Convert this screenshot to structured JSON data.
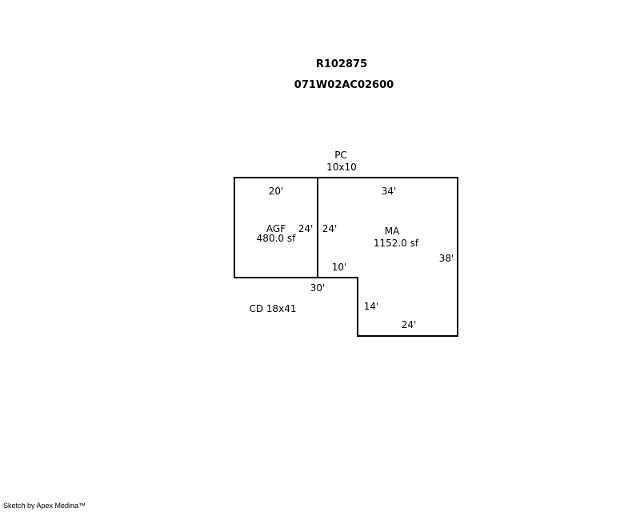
{
  "header": {
    "account": "R102875",
    "map_number": "071W02AC02600"
  },
  "areas": {
    "pc": {
      "code": "PC",
      "dims": "10x10"
    },
    "agf": {
      "code": "AGF",
      "area": "480.0 sf"
    },
    "ma": {
      "code": "MA",
      "area": "1152.0 sf"
    },
    "cd": {
      "label": "CD 18x41"
    }
  },
  "dimensions": {
    "agf_top": "20'",
    "agf_right": "24'",
    "ma_left": "24'",
    "ma_top": "34'",
    "ma_right": "38'",
    "ma_step": "10'",
    "bottom_left": "30'",
    "ma_notch": "14'",
    "ma_bottom": "24'"
  },
  "footer": {
    "credit": "Sketch by Apex Medina™"
  }
}
